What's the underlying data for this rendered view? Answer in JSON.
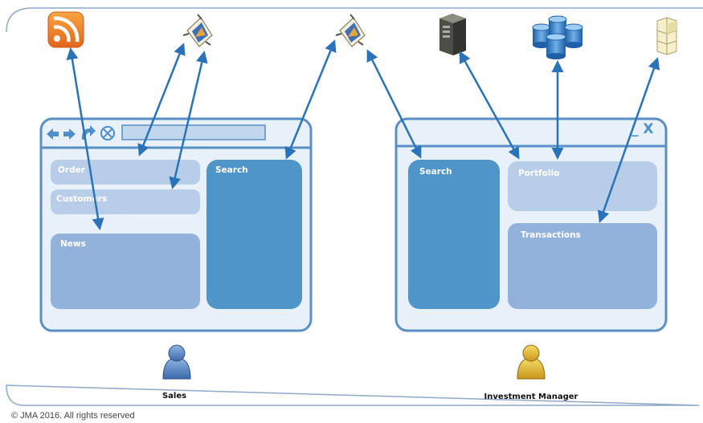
{
  "sales_window": {
    "panels": {
      "order": "Order",
      "customers": "Customers",
      "news": "News",
      "search": "Search"
    }
  },
  "investment_window": {
    "close_glyph": "_ X",
    "panels": {
      "search": "Search",
      "portfolio": "Portfolio",
      "transactions": "Transactions"
    }
  },
  "actors": {
    "sales": "Sales",
    "investment_manager": "Investment Manager"
  },
  "icons": {
    "rss": "rss-feed-icon",
    "service_left": "web-service-icon",
    "service_middle": "web-service-icon",
    "server": "server-icon",
    "database": "database-cluster-icon",
    "components": "component-stack-icon"
  },
  "colors": {
    "frame_stroke": "#5a8fc6",
    "frame_fill": "#e8f0f9",
    "panel_light": "#b8cde8",
    "panel_mid": "#93b2db",
    "panel_dark": "#4f95c8",
    "arrow": "#2a73b8"
  },
  "footer": {
    "copyright": "© JMA 2016. All rights reserved"
  }
}
